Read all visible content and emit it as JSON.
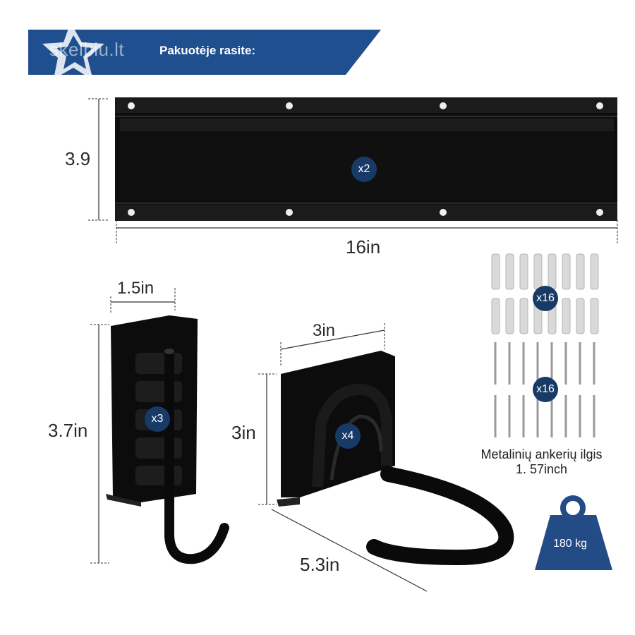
{
  "banner": {
    "title": "Pakuotėje rasite:",
    "watermark": "skelbiu.lt"
  },
  "rail": {
    "height_label": "3.9",
    "width_label": "16in",
    "quantity": "x2"
  },
  "hook_j": {
    "width_label": "1.5in",
    "height_label": "3.7in",
    "quantity": "x3"
  },
  "hook_u": {
    "width_label": "3in",
    "height_label": "3in",
    "depth_label": "5.3in",
    "quantity": "x4"
  },
  "anchors": {
    "quantity": "x16"
  },
  "screws": {
    "quantity": "x16"
  },
  "anchor_caption": {
    "line1": "Metalinių ankerių ilgis",
    "line2": "1. 57inch"
  },
  "weight": {
    "label": "180 kg"
  },
  "colors": {
    "banner": "#1f4f8f",
    "badge": "#173a66",
    "weight": "#234b86",
    "metal": "#111111"
  }
}
